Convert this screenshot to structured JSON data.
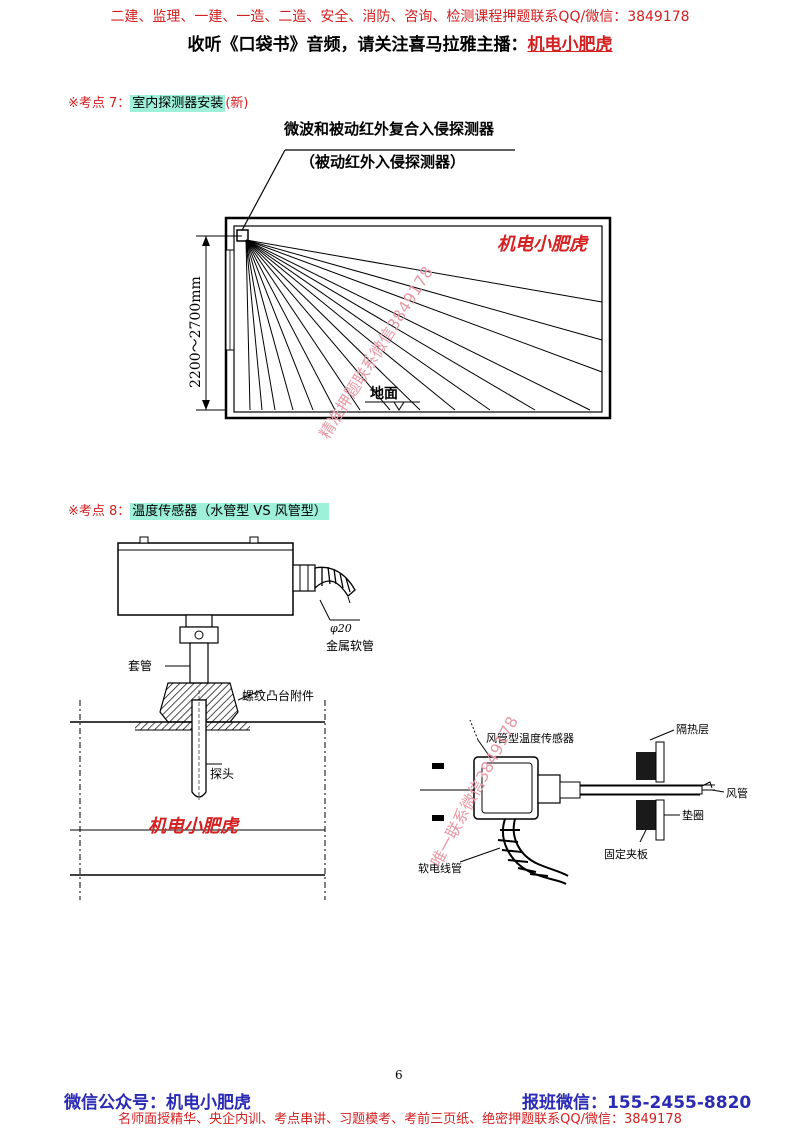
{
  "header": {
    "line1": "二建、监理、一建、一造、二造、安全、消防、咨询、检测课程押题联系QQ/微信：3849178",
    "line2_prefix": "收听《口袋书》音频，请关注喜马拉雅主播：",
    "line2_brand": "机电小肥虎"
  },
  "kp7": {
    "prefix": "※考点 7：",
    "title": "室内探测器安装",
    "suffix": "(新)",
    "fig": {
      "label_main": "微波和被动红外复合入侵探测器",
      "label_sub": "（被动红外入侵探测器）",
      "height_label": "2200～2700mm",
      "floor_label": "地面",
      "watermark_brand": "机电小肥虎",
      "watermark_diag": "精准押题联系微信3849178"
    }
  },
  "kp8": {
    "prefix": "※考点 8：",
    "title": "温度传感器（水管型 VS 风管型）",
    "water": {
      "diameter": "φ20",
      "hose": "金属软管",
      "sleeve": "套管",
      "boss": "螺纹凸台附件",
      "probe": "探头",
      "watermark_brand": "机电小肥虎"
    },
    "duct": {
      "sensor": "风管型温度传感器",
      "insulation": "隔热层",
      "duct": "风管",
      "gasket": "垫圈",
      "clamp": "固定夹板",
      "conduit": "软电线管",
      "watermark_diag": "唯一联系微信3849178"
    }
  },
  "page_number": "6",
  "footer": {
    "wechat_account": "微信公众号：机电小肥虎",
    "class_wechat": "报班微信：155-2455-8820",
    "line2": "名师面授精华、央企内训、考点串讲、习题模考、考前三页纸、绝密押题联系QQ/微信：3849178"
  }
}
